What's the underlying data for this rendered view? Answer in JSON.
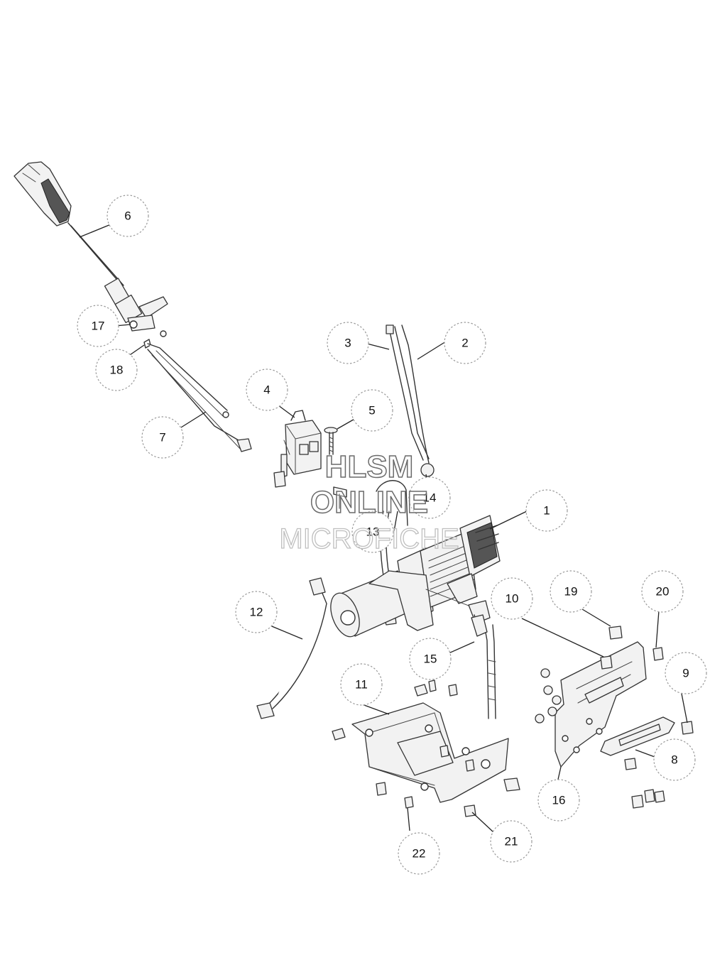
{
  "diagram": {
    "callouts": [
      "1",
      "2",
      "3",
      "4",
      "5",
      "6",
      "7",
      "8",
      "9",
      "10",
      "11",
      "12",
      "13",
      "14",
      "15",
      "16",
      "17",
      "18",
      "19",
      "20",
      "21",
      "22"
    ]
  },
  "watermark": {
    "line1": "HLSM",
    "line2": "ONLINE",
    "line3": "MICROFICHE"
  }
}
